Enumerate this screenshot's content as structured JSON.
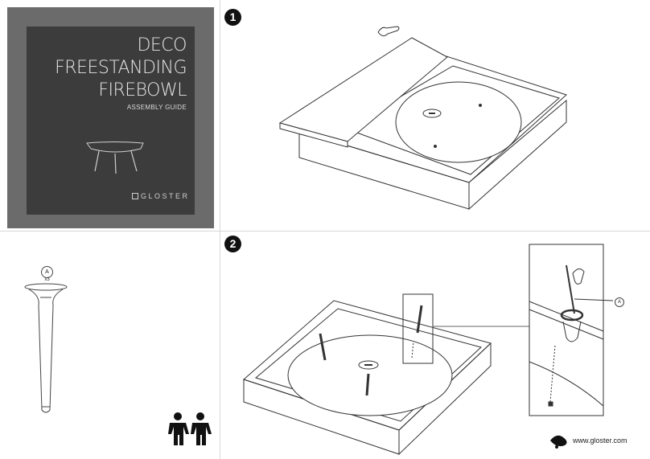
{
  "cover": {
    "title_lines": [
      "DECO",
      "FREESTANDING",
      "FIREBOWL"
    ],
    "subtitle": "ASSEMBLY GUIDE",
    "brand": "GLOSTER"
  },
  "steps": [
    {
      "number": "1"
    },
    {
      "number": "2"
    }
  ],
  "part": {
    "label": "A",
    "quantity": "x3"
  },
  "callout": {
    "label": "A"
  },
  "footer": {
    "website": "www.gloster.com"
  },
  "colors": {
    "cover_outer": "#6b6b6b",
    "cover_inner": "#3c3c3c",
    "line": "#333333"
  }
}
